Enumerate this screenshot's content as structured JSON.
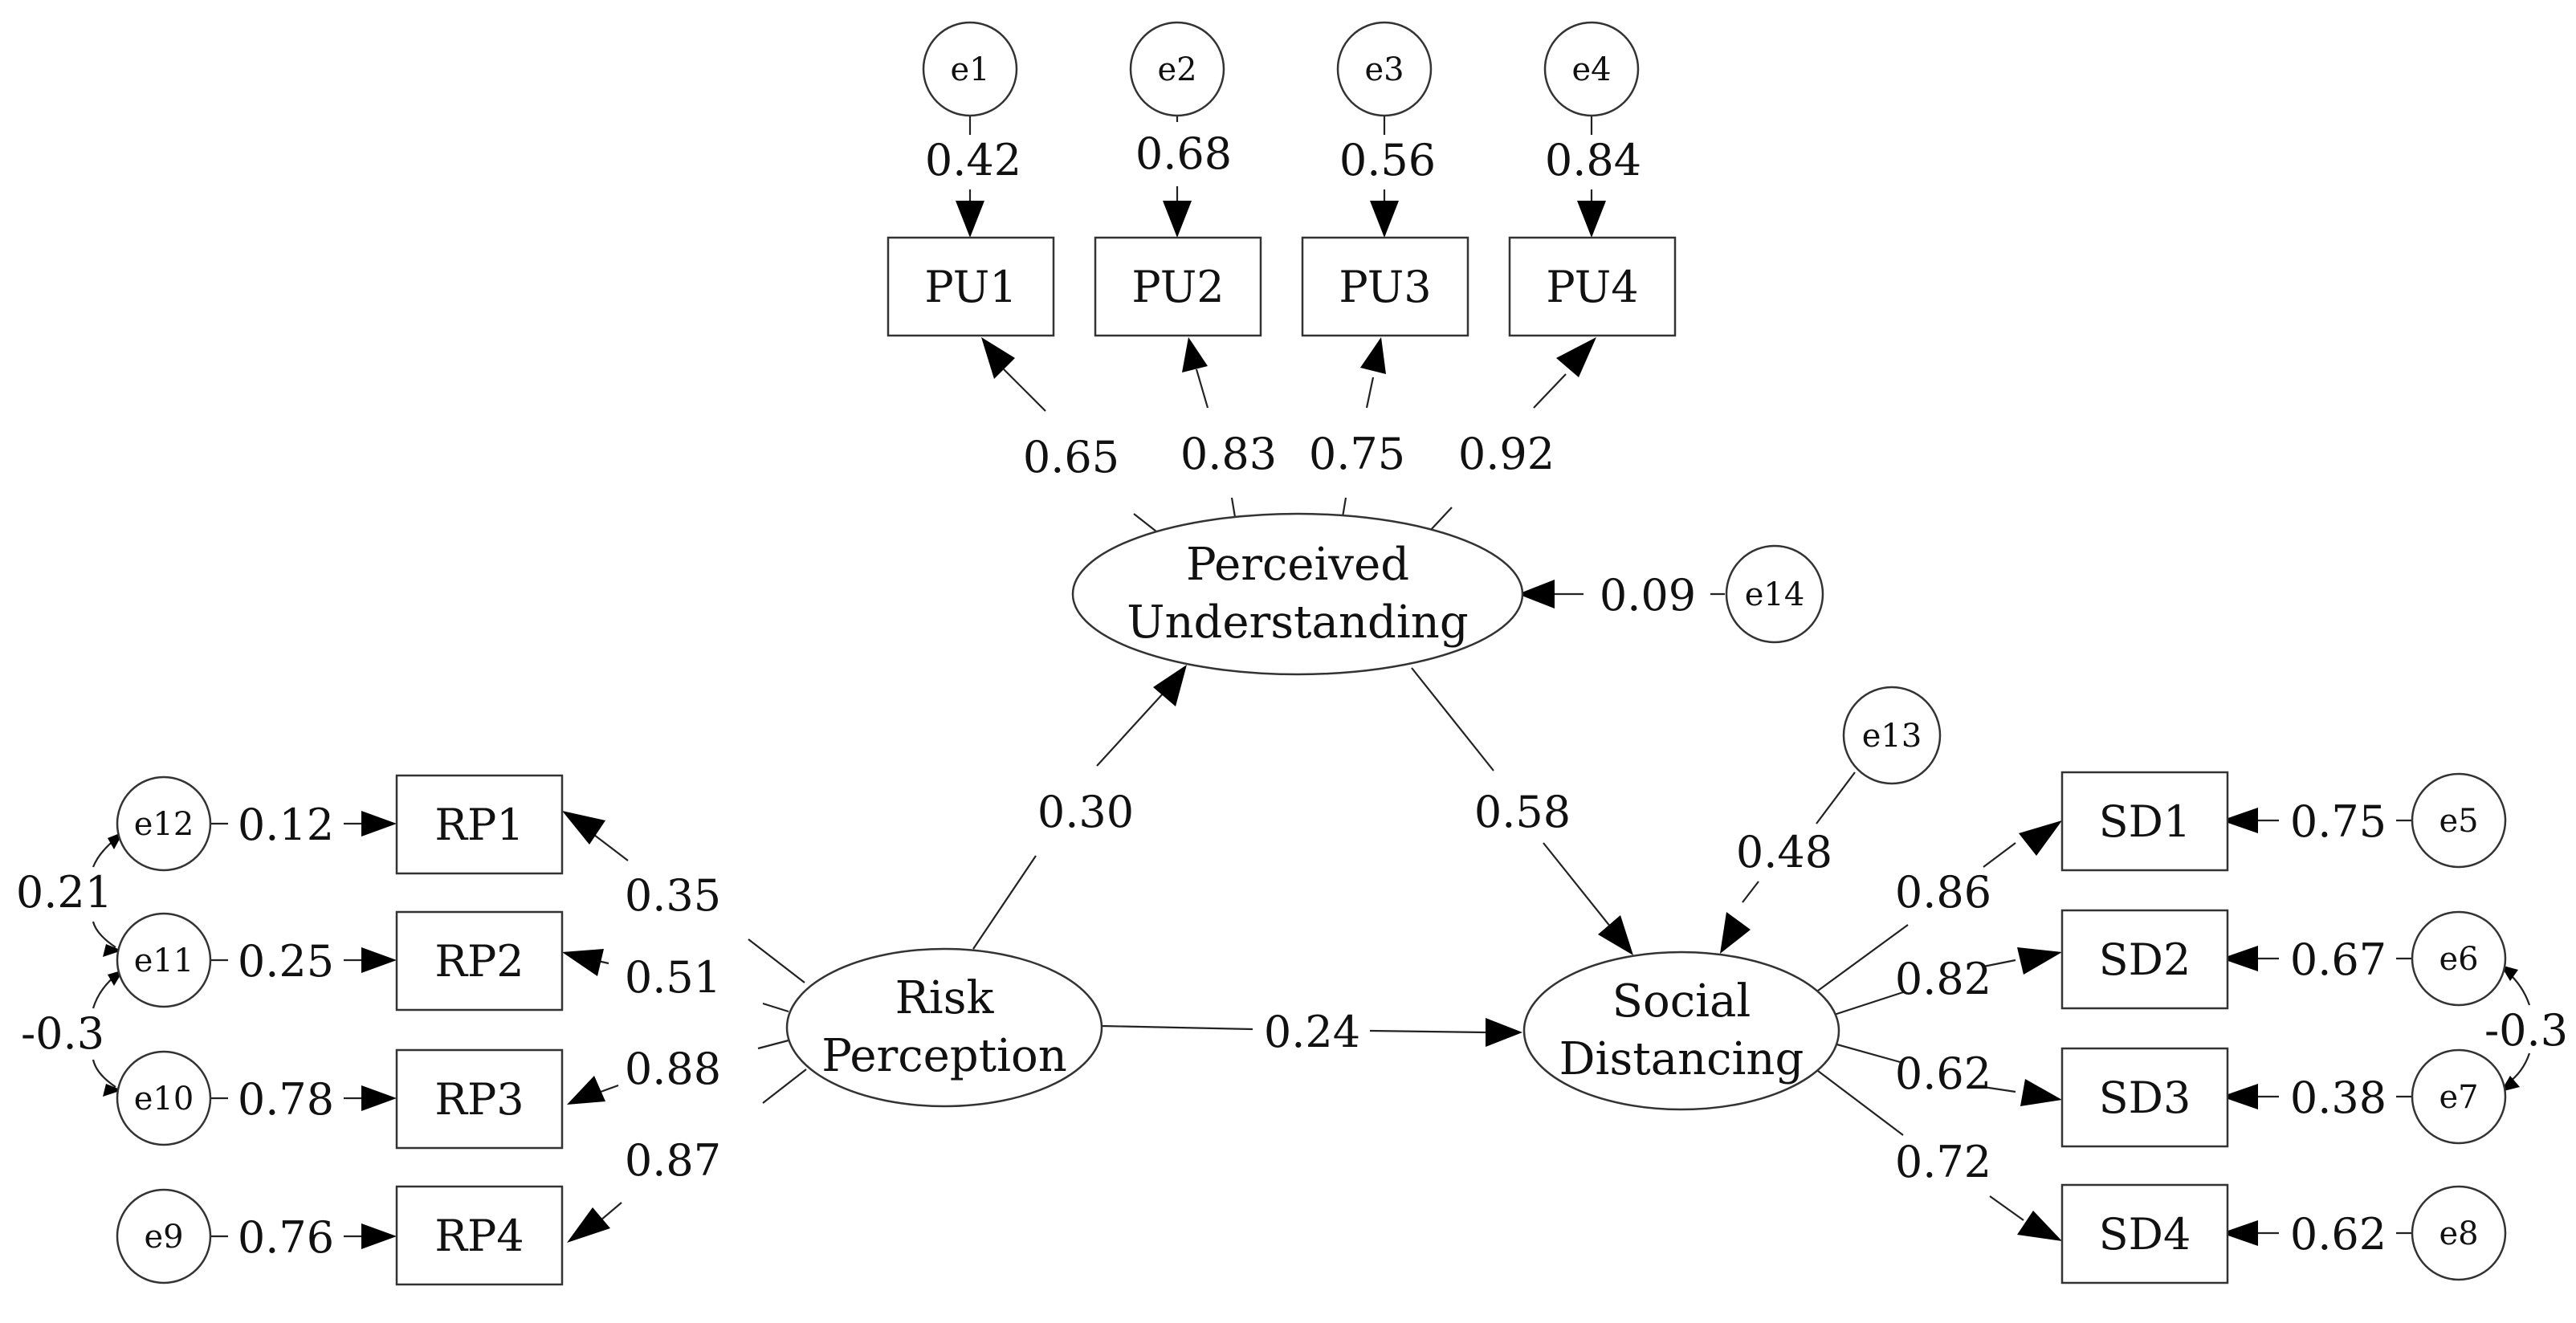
{
  "latents": {
    "perceived_understanding": [
      "Perceived",
      "Understanding"
    ],
    "risk_perception": [
      "Risk",
      "Perception"
    ],
    "social_distancing": [
      "Social",
      "Distancing"
    ]
  },
  "indicators": {
    "pu1": "PU1",
    "pu2": "PU2",
    "pu3": "PU3",
    "pu4": "PU4",
    "rp1": "RP1",
    "rp2": "RP2",
    "rp3": "RP3",
    "rp4": "RP4",
    "sd1": "SD1",
    "sd2": "SD2",
    "sd3": "SD3",
    "sd4": "SD4"
  },
  "errors": {
    "e1": "e1",
    "e2": "e2",
    "e3": "e3",
    "e4": "e4",
    "e5": "e5",
    "e6": "e6",
    "e7": "e7",
    "e8": "e8",
    "e9": "e9",
    "e10": "e10",
    "e11": "e11",
    "e12": "e12",
    "e13": "e13",
    "e14": "e14"
  },
  "coefficients": {
    "e1_pu1": "0.42",
    "e2_pu2": "0.68",
    "e3_pu3": "0.56",
    "e4_pu4": "0.84",
    "pu_pu1": "0.65",
    "pu_pu2": "0.83",
    "pu_pu3": "0.75",
    "pu_pu4": "0.92",
    "e14_pu": "0.09",
    "rp_pu": "0.30",
    "pu_sd": "0.58",
    "rp_sd": "0.24",
    "e13_sd": "0.48",
    "rp_rp1": "0.35",
    "rp_rp2": "0.51",
    "rp_rp3": "0.88",
    "rp_rp4": "0.87",
    "e12_rp1": "0.12",
    "e11_rp2": "0.25",
    "e10_rp3": "0.78",
    "e9_rp4": "0.76",
    "cov_e12_e11": "0.21",
    "cov_e11_e10": "-0.3",
    "sd_sd1": "0.86",
    "sd_sd2": "0.82",
    "sd_sd3": "0.62",
    "sd_sd4": "0.72",
    "e5_sd1": "0.75",
    "e6_sd2": "0.67",
    "e7_sd3": "0.38",
    "e8_sd4": "0.62",
    "cov_e6_e7": "-0.3"
  }
}
